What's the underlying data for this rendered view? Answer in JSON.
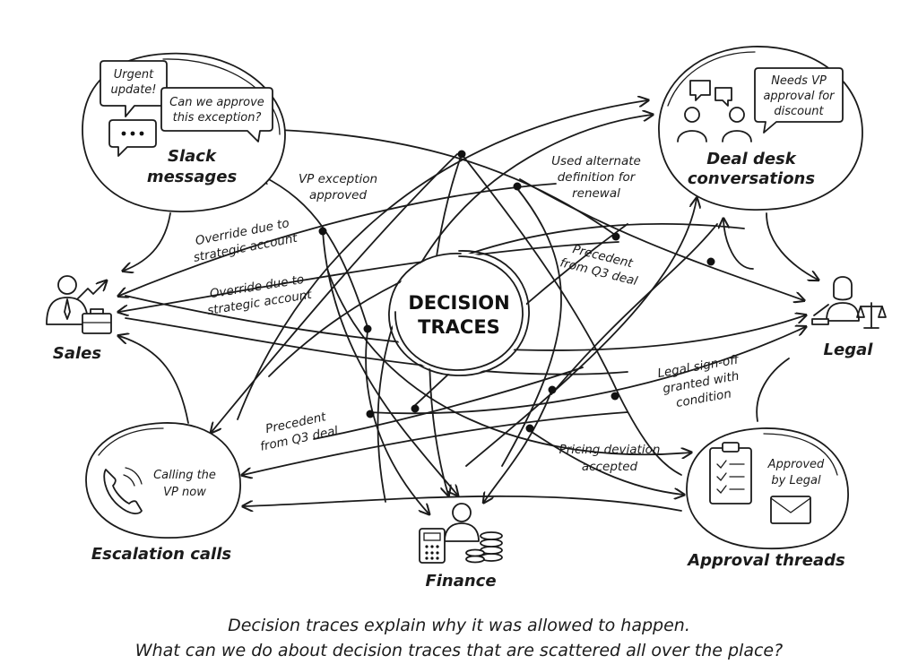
{
  "center": {
    "line1": "DECISION",
    "line2": "TRACES"
  },
  "nodes": {
    "slack": {
      "title1": "Slack",
      "title2": "messages",
      "bubble1_l1": "Urgent",
      "bubble1_l2": "update!",
      "bubble2_l1": "Can we approve",
      "bubble2_l2": "this exception?"
    },
    "deal_desk": {
      "title1": "Deal desk",
      "title2": "conversations",
      "bubble_l1": "Needs VP",
      "bubble_l2": "approval for",
      "bubble_l3": "discount"
    },
    "sales": {
      "title": "Sales"
    },
    "legal": {
      "title": "Legal"
    },
    "escalation": {
      "title": "Escalation calls",
      "inner_l1": "Calling the",
      "inner_l2": "VP now"
    },
    "finance": {
      "title": "Finance"
    },
    "approval": {
      "title": "Approval threads",
      "inner_l1": "Approved",
      "inner_l2": "by Legal"
    }
  },
  "edge_labels": {
    "vp_exception": {
      "l1": "VP exception",
      "l2": "approved"
    },
    "override_1": {
      "l1": "Override due to",
      "l2": "strategic account"
    },
    "override_2": {
      "l1": "Override due to",
      "l2": "strategic account"
    },
    "alternate_def": {
      "l1": "Used alternate",
      "l2": "definition for",
      "l3": "renewal"
    },
    "precedent_right": {
      "l1": "Precedent",
      "l2": "from Q3 deal"
    },
    "precedent_left": {
      "l1": "Precedent",
      "l2": "from Q3 deal"
    },
    "legal_signoff": {
      "l1": "Legal sign-off",
      "l2": "granted with",
      "l3": "condition"
    },
    "pricing_dev": {
      "l1": "Pricing deviation",
      "l2": "accepted"
    }
  },
  "caption": {
    "line1": "Decision traces explain why it was allowed to happen.",
    "line2": "What can we do about decision traces that are scattered all over the place?"
  },
  "colors": {
    "ink": "#1b1b1b",
    "background": "#ffffff"
  },
  "icons": [
    "speech-bubble-icon",
    "chat-dots-icon",
    "people-icon",
    "businessman-chart-icon",
    "briefcase-icon",
    "judge-icon",
    "scales-icon",
    "phone-icon",
    "calculator-icon",
    "person-icon",
    "coins-icon",
    "clipboard-checklist-icon",
    "envelope-icon",
    "arrowhead-icon"
  ]
}
